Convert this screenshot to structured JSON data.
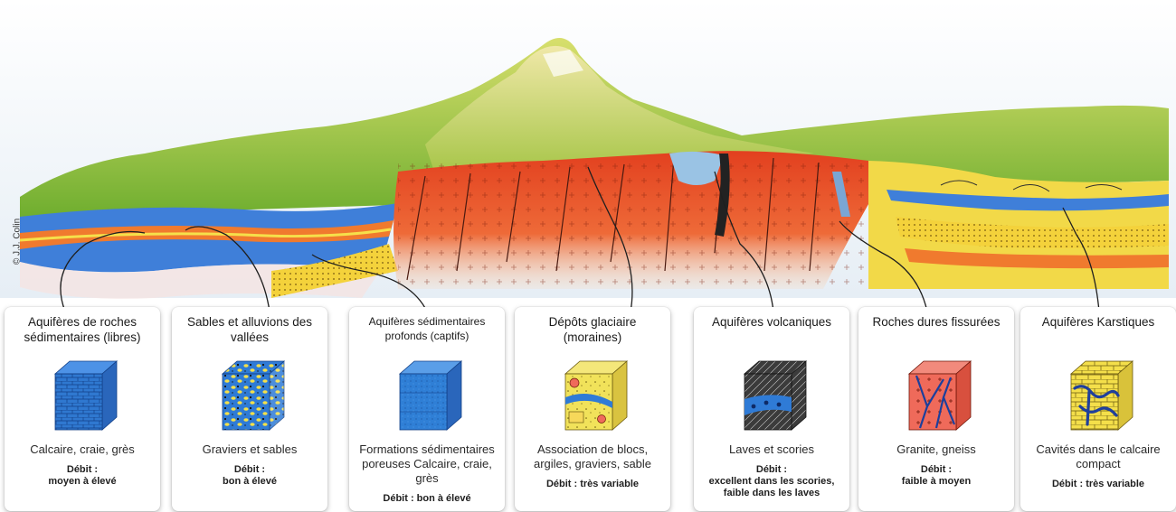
{
  "credit": "© J.J. Colin",
  "colors": {
    "sky": "#e9f0f6",
    "valley_green": "#8fbf3a",
    "mountain_yellow": "#e2d66a",
    "crystalline_red": "#e74b2c",
    "aquifer_blue": "#2f7bd6",
    "sediment_yellow": "#f4d23b",
    "sea": "#a8d4ef"
  },
  "cards": [
    {
      "title": "Aquifères de roches sédimentaires (libres)",
      "cube_icon": "limestone-block-icon",
      "description": "Calcaire, craie, grès",
      "flow_label": "Débit :",
      "flow_value": "moyen à élevé"
    },
    {
      "title": "Sables et alluvions des vallées",
      "cube_icon": "gravel-sand-block-icon",
      "description": "Graviers et sables",
      "flow_label": "Débit :",
      "flow_value": "bon à élevé"
    },
    {
      "title": "Aquifères sédimentaires profonds (captifs)",
      "cube_icon": "porous-sediment-block-icon",
      "description": "Formations sédimentaires poreuses Calcaire, craie, grès",
      "flow_label": "Débit : bon à élevé",
      "flow_value": ""
    },
    {
      "title": "Dépôts glaciaire (moraines)",
      "cube_icon": "moraine-block-icon",
      "description": "Association de blocs, argiles, graviers, sable",
      "flow_label": "Débit : très variable",
      "flow_value": ""
    },
    {
      "title": "Aquifères volcaniques",
      "cube_icon": "volcanic-block-icon",
      "description": "Laves et scories",
      "flow_label": "Débit :",
      "flow_value": "excellent dans les scories, faible dans les laves"
    },
    {
      "title": "Roches dures fissurées",
      "cube_icon": "fractured-granite-block-icon",
      "description": "Granite, gneiss",
      "flow_label": "Débit :",
      "flow_value": "faible à moyen"
    },
    {
      "title": "Aquifères Karstiques",
      "cube_icon": "karst-block-icon",
      "description": "Cavités dans le calcaire compact",
      "flow_label": "Débit : très variable",
      "flow_value": ""
    }
  ]
}
